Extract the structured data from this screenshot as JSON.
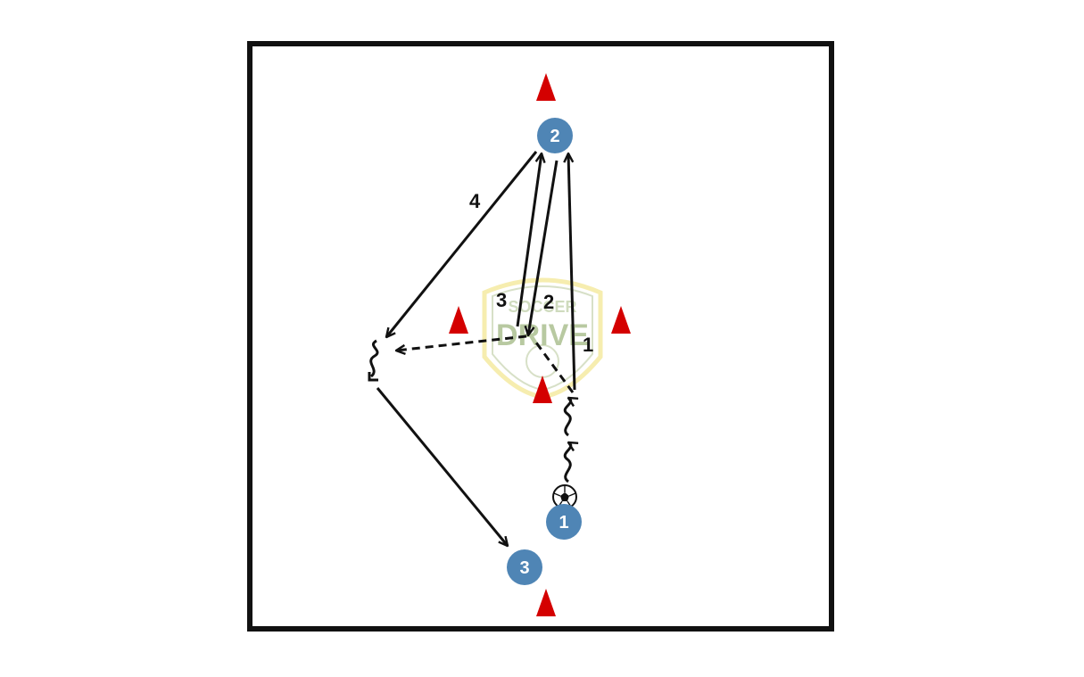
{
  "players": [
    {
      "id": "1",
      "label": "1",
      "role": "starts with ball"
    },
    {
      "id": "2",
      "label": "2"
    },
    {
      "id": "3",
      "label": "3"
    }
  ],
  "step_labels": [
    "1",
    "2",
    "3",
    "4"
  ],
  "watermark": {
    "line1": "SOCCER",
    "line2": "DRIVE"
  },
  "colors": {
    "player": "#4f85b5",
    "cone": "#d40000",
    "field_border": "#111111",
    "arrow": "#111111",
    "watermark_green": "#7f9e56",
    "watermark_yellow": "#f0df6e"
  },
  "icons": [
    "cone-icon",
    "soccer-ball-icon"
  ]
}
